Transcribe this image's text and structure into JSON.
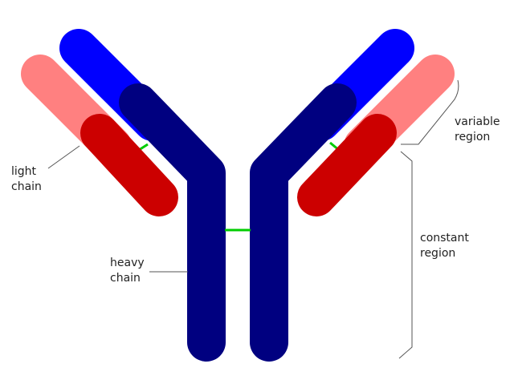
{
  "labels": {
    "light_chain": [
      "light",
      "chain"
    ],
    "heavy_chain": [
      "heavy",
      "chain"
    ],
    "variable_region": [
      "variable",
      "region"
    ],
    "constant_region": [
      "constant",
      "region"
    ]
  },
  "colors": {
    "heavy_chain": "#000080",
    "light_chain_constant": "#cc0000",
    "light_chain_variable": "#ff8080",
    "heavy_chain_variable": "#0000ff",
    "disulfide_bond": "#00cc00",
    "callout_line": "#555555",
    "text": "#222222"
  }
}
